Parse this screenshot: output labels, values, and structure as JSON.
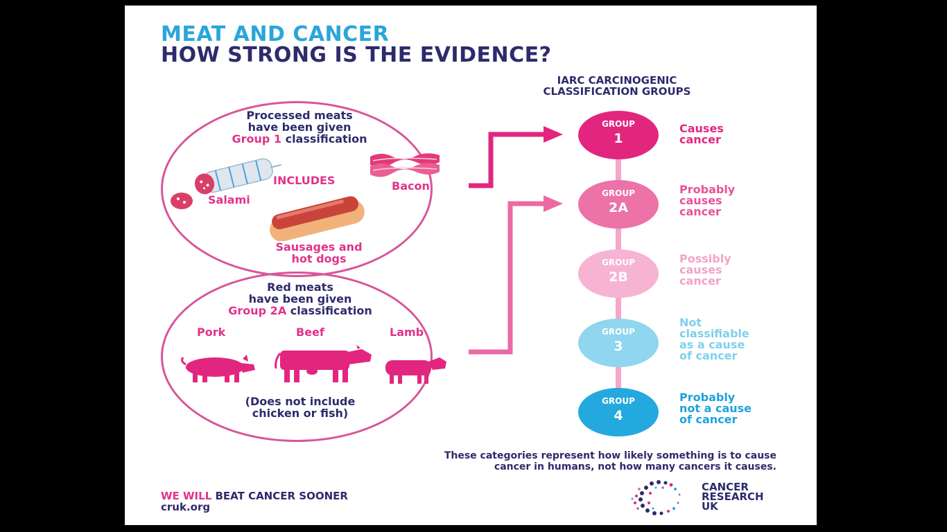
{
  "title": {
    "line1": "MEAT AND CANCER",
    "line2": "HOW STRONG IS THE EVIDENCE?"
  },
  "iarc_heading": {
    "line1": "IARC CARCINOGENIC",
    "line2": "CLASSIFICATION GROUPS"
  },
  "processed": {
    "line1": "Processed meats",
    "line2": "have been given",
    "line3_group": "Group 1",
    "line3_rest": " classification",
    "includes": "INCLUDES",
    "salami": "Salami",
    "bacon": "Bacon",
    "sausages_line1": "Sausages and",
    "sausages_line2": "hot dogs"
  },
  "red": {
    "line1": "Red meats",
    "line2": "have been given",
    "line3_group": "Group 2A",
    "line3_rest": " classification",
    "pork": "Pork",
    "beef": "Beef",
    "lamb": "Lamb",
    "note_line1": "(Does not include",
    "note_line2": "chicken or fish)"
  },
  "groups": [
    {
      "label": "GROUP",
      "number": "1",
      "color": "#e2267f",
      "desc_color": "#e2267f",
      "desc": [
        "Causes",
        "cancer"
      ]
    },
    {
      "label": "GROUP",
      "number": "2A",
      "color": "#ec72a8",
      "desc_color": "#e8529a",
      "desc": [
        "Probably",
        "causes",
        "cancer"
      ]
    },
    {
      "label": "GROUP",
      "number": "2B",
      "color": "#f6b4d2",
      "desc_color": "#f2a3c8",
      "desc": [
        "Possibly",
        "causes",
        "cancer"
      ]
    },
    {
      "label": "GROUP",
      "number": "3",
      "color": "#8fd6ee",
      "desc_color": "#7fd0ec",
      "desc": [
        "Not",
        "classifiable",
        "as a cause",
        "of cancer"
      ]
    },
    {
      "label": "GROUP",
      "number": "4",
      "color": "#24a9df",
      "desc_color": "#1ea3db",
      "desc": [
        "Probably",
        "not a cause",
        "of cancer"
      ]
    }
  ],
  "footer": {
    "note_line1": "These categories represent how likely something is to cause",
    "note_line2": "cancer in humans, not how many cancers it causes.",
    "slogan_pink": "WE WILL",
    "slogan_navy": " BEAT CANCER SOONER",
    "url": "cruk.org",
    "org_line1": "CANCER",
    "org_line2": "RESEARCH",
    "org_line3": "UK"
  },
  "colors": {
    "pink": "#e0338a",
    "navy": "#2e2a6b",
    "cyan": "#2aa6d9"
  }
}
